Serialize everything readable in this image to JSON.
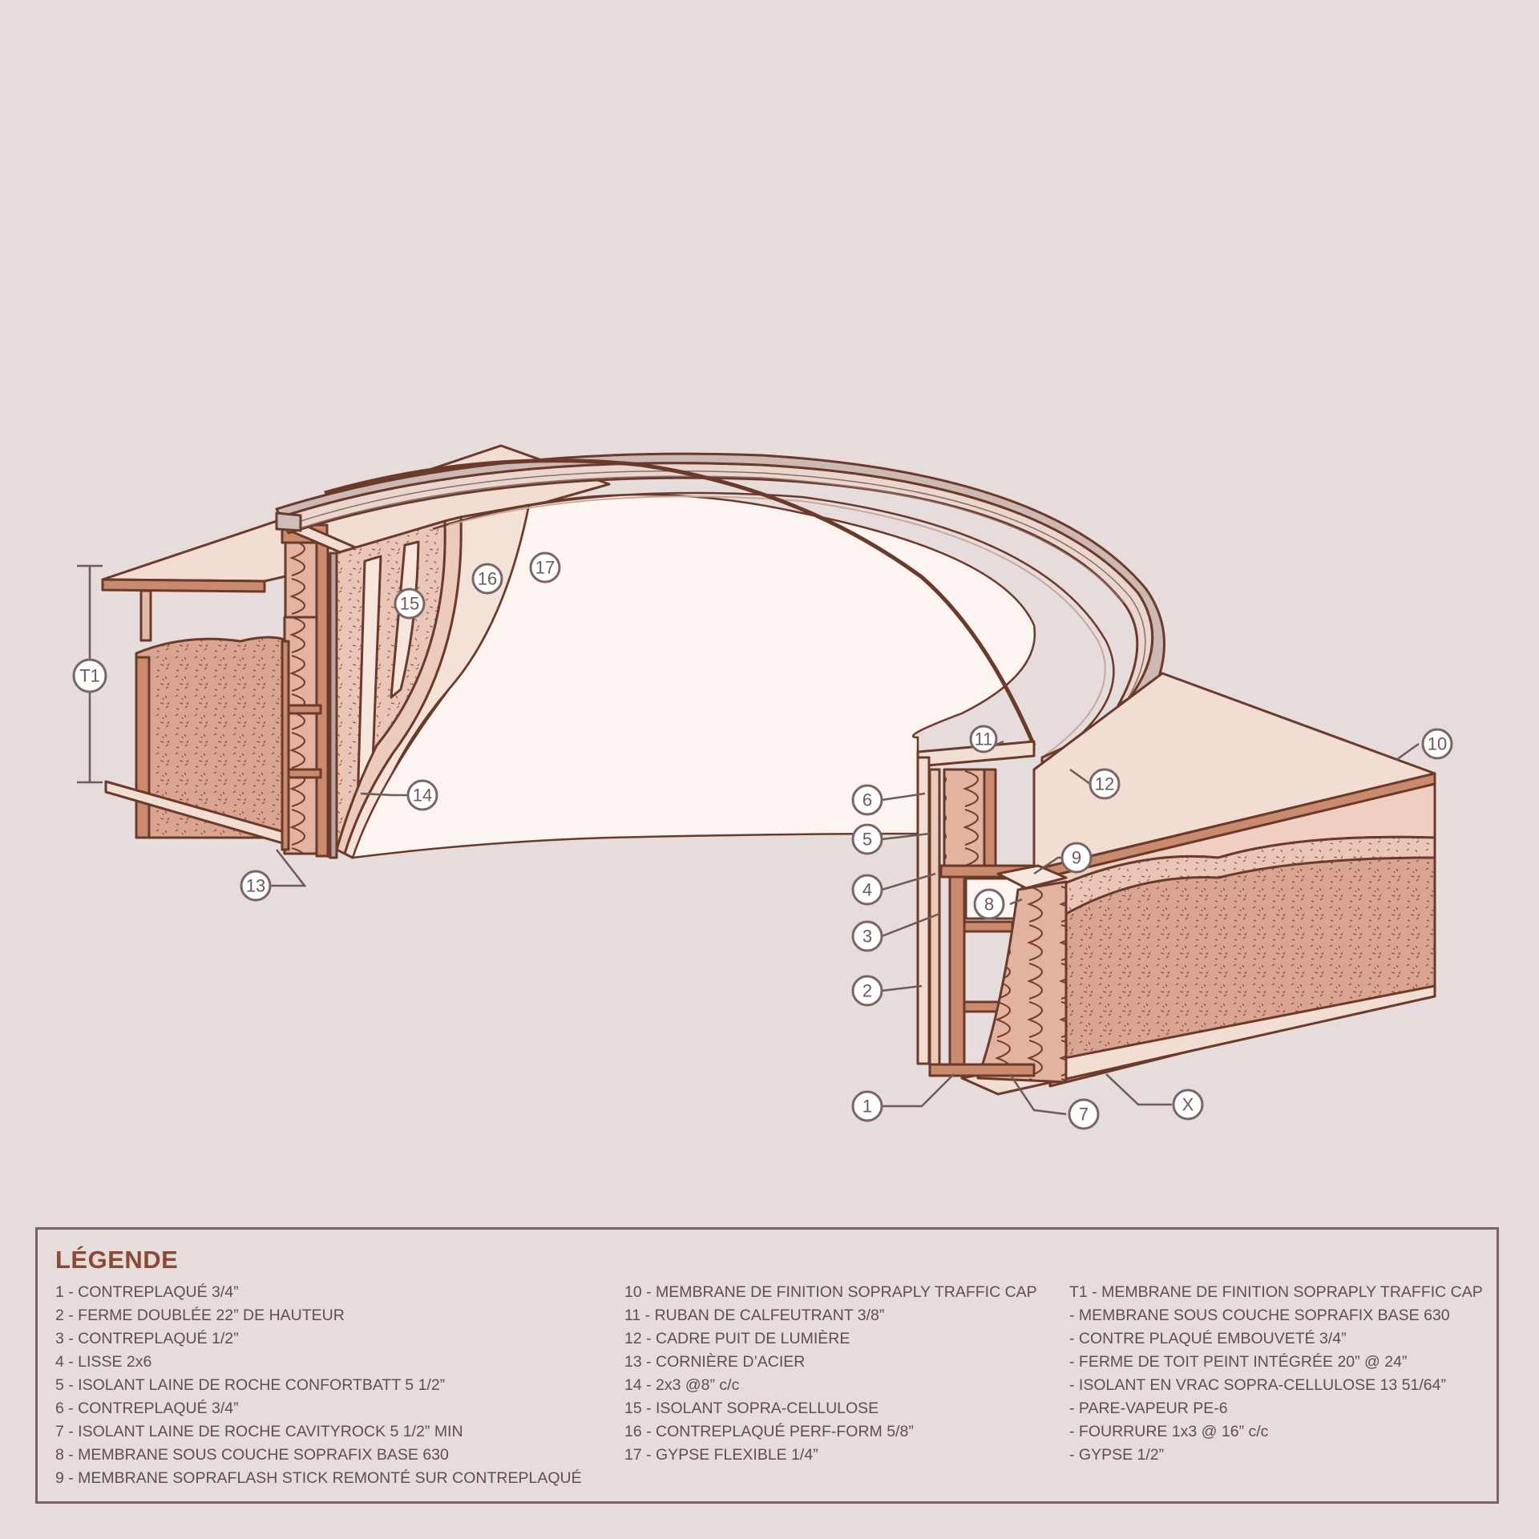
{
  "callouts": {
    "c1": "1",
    "c2": "2",
    "c3": "3",
    "c4": "4",
    "c5": "5",
    "c6": "6",
    "c7": "7",
    "c8": "8",
    "c9": "9",
    "c10": "10",
    "c11": "11",
    "c12": "12",
    "c13": "13",
    "c14": "14",
    "c15": "15",
    "c16": "16",
    "c17": "17",
    "cT1": "T1",
    "cX": "X"
  },
  "legend": {
    "title": "LÉGENDE",
    "column1": [
      "1 - CONTREPLAQUÉ 3/4”",
      "2 - FERME DOUBLÉE 22” DE HAUTEUR",
      "3 - CONTREPLAQUÉ 1/2”",
      "4 - LISSE 2x6",
      "5 - ISOLANT LAINE DE ROCHE CONFORTBATT 5 1/2”",
      "6 - CONTREPLAQUÉ 3/4”",
      "7 - ISOLANT LAINE DE ROCHE CAVITYROCK 5 1/2” MIN",
      "8 - MEMBRANE SOUS COUCHE SOPRAFIX BASE 630",
      "9 - MEMBRANE SOPRAFLASH STICK REMONTÉ SUR CONTREPLAQUÉ"
    ],
    "column2": [
      "10 - MEMBRANE DE FINITION SOPRAPLY TRAFFIC CAP",
      "11 - RUBAN DE CALFEUTRANT 3/8”",
      "12 - CADRE PUIT DE LUMIÈRE",
      "13 - CORNIÈRE D’ACIER",
      "14 - 2x3 @8” c/c",
      "15 - ISOLANT SOPRA-CELLULOSE",
      "16 - CONTREPLAQUÉ PERF-FORM 5/8”",
      "17 - GYPSE FLEXIBLE 1/4”"
    ],
    "column3": [
      "T1 - MEMBRANE DE FINITION SOPRAPLY TRAFFIC CAP",
      "- MEMBRANE SOUS COUCHE SOPRAFIX BASE 630",
      "- CONTRE PLAQUÉ EMBOUVETÉ 3/4”",
      "- FERME DE TOIT PEINT INTÉGRÉE 20” @ 24”",
      "- ISOLANT EN VRAC SOPRA-CELLULOSE 13 51/64”",
      "- PARE-VAPEUR PE-6",
      "- FOURRURE 1x3 @ 16” c/c",
      "- GYPSE 1/2”"
    ]
  },
  "colors": {
    "background": "#e6dcdb",
    "plywood": "#f2ddd3",
    "insulation": "#d9a592",
    "timber": "#c98a6e",
    "outline": "#6b3a2a",
    "legend_title": "#8b4a32"
  }
}
